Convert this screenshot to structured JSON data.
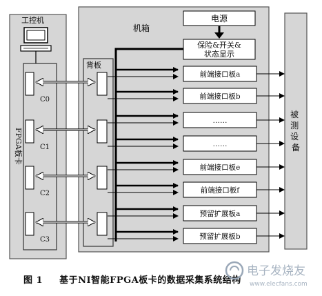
{
  "diagram": {
    "ipc_label": "工控机",
    "fpga_label": "FPGA板卡",
    "fpga_channels": [
      "C0",
      "C1",
      "C2",
      "C3"
    ],
    "chassis_label": "机箱",
    "backplane_label": "背板",
    "power_label": "电源",
    "protection_label_line1": "保险&开关&",
    "protection_label_line2": "状态显示",
    "boards": [
      "前端接口板a",
      "前端接口板b",
      "……",
      "……",
      "前端接口板e",
      "前端接口板f",
      "预留扩展板a",
      "预留扩展板b"
    ],
    "dut_label": "被测设备"
  },
  "caption": {
    "figure_no": "图 1",
    "text": "基于NI智能FPGA板卡的数据采集系统结构"
  },
  "watermark": {
    "text": "电子发烧友",
    "url_text": "www.elecfans.com"
  },
  "colors": {
    "panel_fill": "#d6d6d6",
    "panel_stroke": "#555555",
    "box_fill": "#ffffff",
    "line": "#000000",
    "watermark": "#9aa8b8"
  }
}
